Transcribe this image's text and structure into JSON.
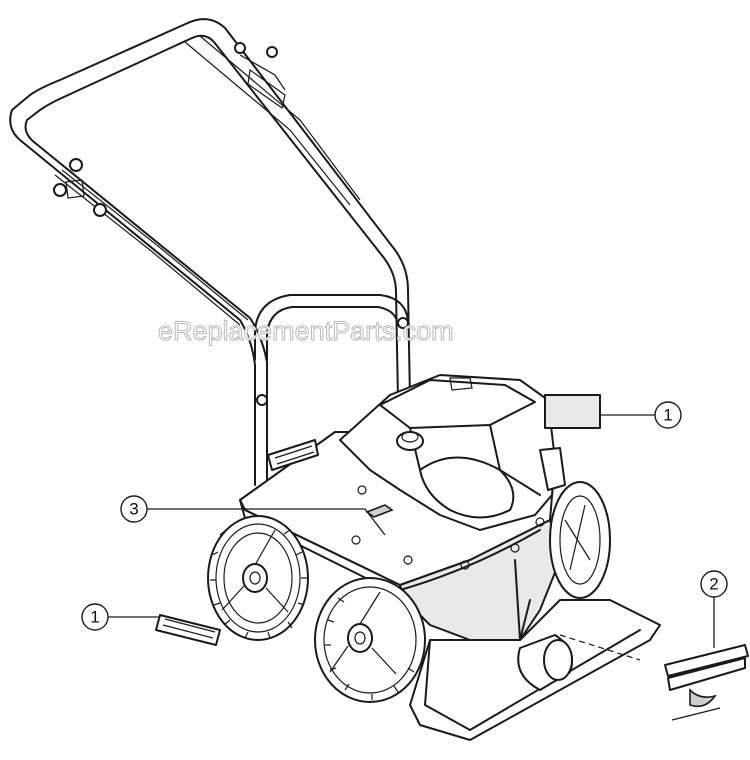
{
  "watermark": "eReplacementParts.com",
  "callouts": [
    {
      "id": "callout-1-right",
      "label": "1"
    },
    {
      "id": "callout-1-left",
      "label": "1"
    },
    {
      "id": "callout-2",
      "label": "2"
    },
    {
      "id": "callout-3",
      "label": "3"
    }
  ],
  "colors": {
    "line": "#1a1a1a",
    "panel": "#e9e9e9",
    "background": "#ffffff"
  }
}
